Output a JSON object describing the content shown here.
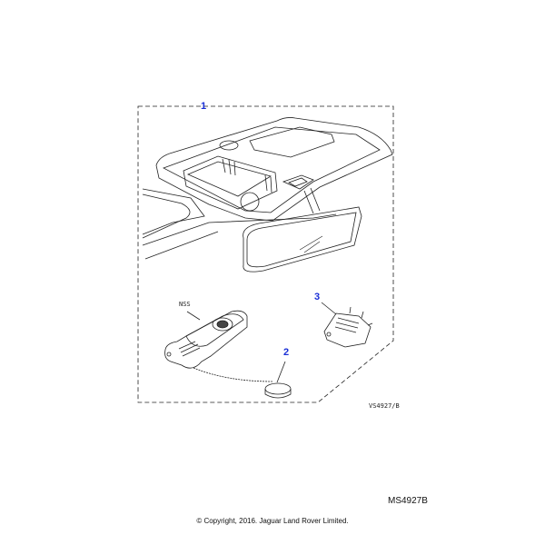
{
  "diagram": {
    "callouts": [
      {
        "label": "1"
      },
      {
        "label": "2"
      },
      {
        "label": "3"
      }
    ],
    "side_label": "NSS",
    "drawing_ref": "VS4927/B",
    "accent_color": "#1a2fd6"
  },
  "footer": {
    "illustration_id": "MS4927B",
    "copyright": "© Copyright, 2016. Jaguar Land Rover Limited."
  }
}
